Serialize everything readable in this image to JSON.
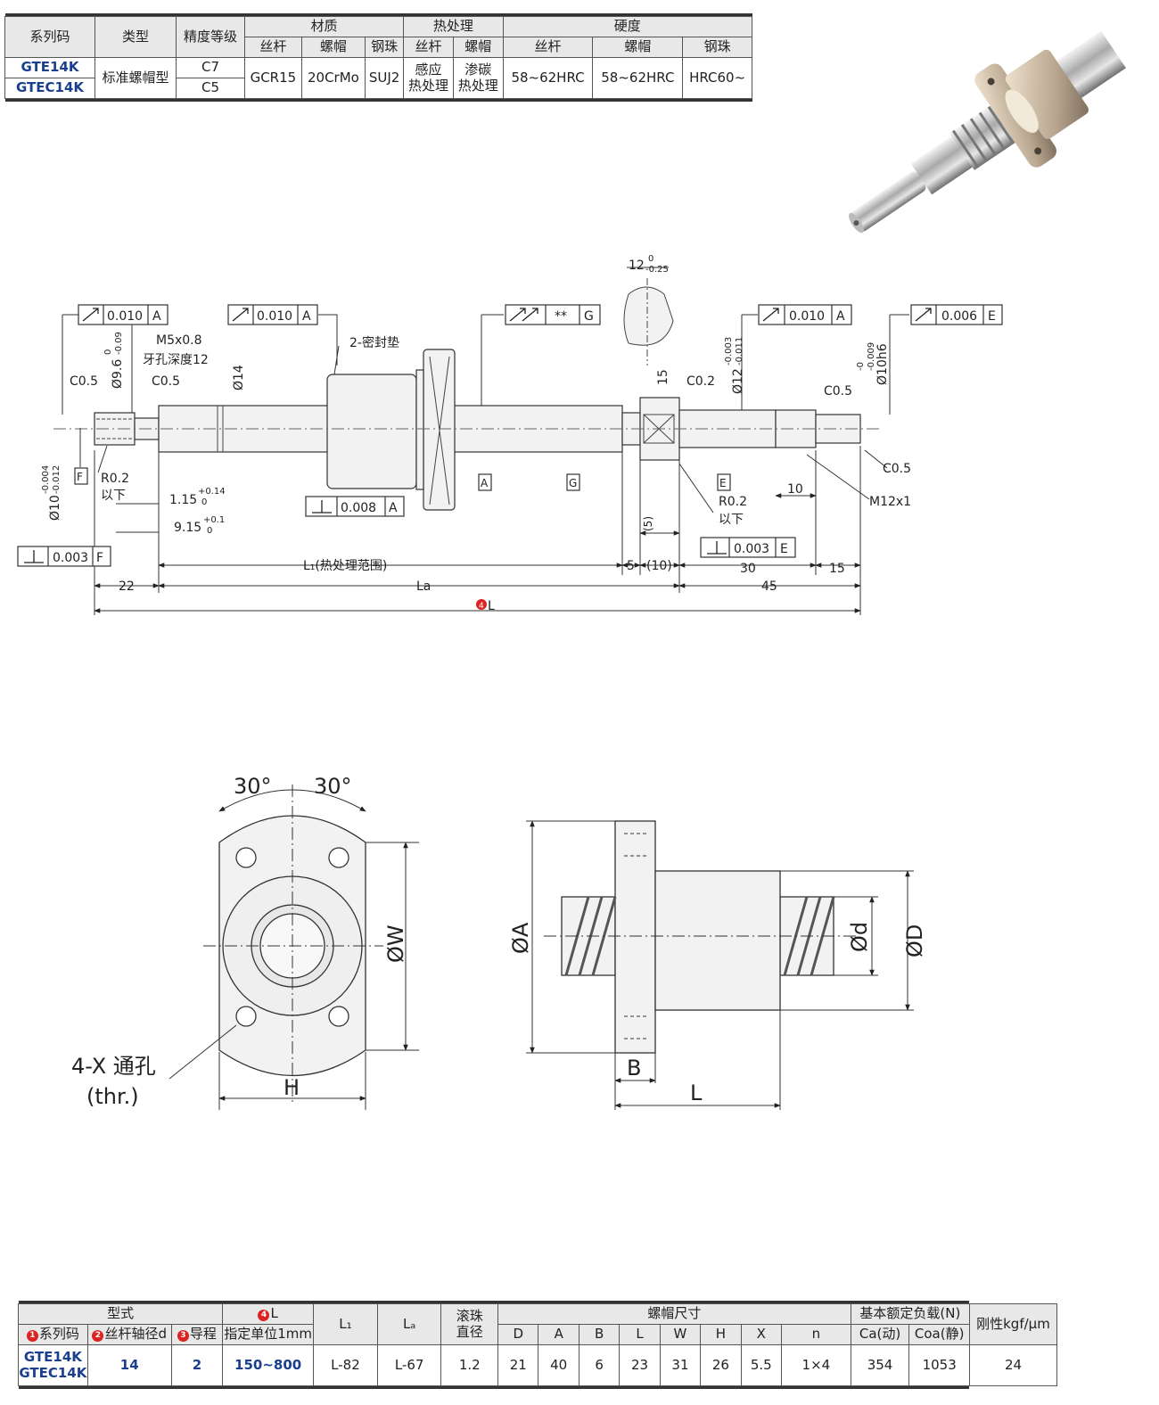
{
  "spec_table": {
    "headers": {
      "series": "系列码",
      "type": "类型",
      "grade": "精度等级",
      "material": "材质",
      "heat": "热处理",
      "hardness": "硬度",
      "shaft": "丝杆",
      "nut": "螺帽",
      "ball": "钢珠"
    },
    "row1": {
      "series": "GTE14K",
      "type": "标准螺帽型",
      "grade": "C7",
      "mat_shaft": "GCR15",
      "mat_nut": "20CrMo",
      "mat_ball": "SUJ2",
      "heat_shaft_1": "感应",
      "heat_shaft_2": "热处理",
      "heat_nut_1": "渗碳",
      "heat_nut_2": "热处理",
      "hard_shaft": "58~62HRC",
      "hard_nut": "58~62HRC",
      "hard_ball": "HRC60~"
    },
    "row2": {
      "series": "GTEC14K",
      "grade": "C5"
    }
  },
  "drawing": {
    "runout_010": "0.010",
    "datum_a": "A",
    "datum_g": "G",
    "datum_e": "E",
    "datum_f": "F",
    "stars": "**",
    "runout_006": "0.006",
    "perp_008": "0.008",
    "perp_003": "0.003",
    "m5": "M5x0.8",
    "tap_depth": "牙孔深度12",
    "dia96": "Ø9.6",
    "tol96": "0",
    "tol96b": "-0.09",
    "c05": "C0.5",
    "c02": "C0.2",
    "seal": "2-密封垫",
    "d14": "Ø14",
    "d15": "15",
    "d12": "Ø12",
    "tol12a": "-0.003",
    "tol12b": "-0.011",
    "d10h6": "Ø10h6",
    "tol10a": "-0",
    "tol10b": "-0.009",
    "d10": "Ø10",
    "tol10c": "-0.004",
    "tol10d": "-0.012",
    "r02": "R0.2",
    "below": "以下",
    "dim115": "1.15",
    "tol115": "+0.14",
    "dim915": "9.15",
    "tol915": "+0.1",
    "zero": "0",
    "twelve": "12",
    "tol12w": "-0.25",
    "l1": "L₁(热处理范围)",
    "la": "La",
    "l": "L",
    "d22": "22",
    "d5": "5",
    "d10p": "(10)",
    "d5p": "(5)",
    "d30": "30",
    "d45": "45",
    "d10s": "10",
    "m12": "M12x1",
    "ang": "30°",
    "holes": "4-X 通孔",
    "thr": "(thr.)",
    "h": "H",
    "w": "ØW",
    "a": "ØA",
    "b": "B",
    "lb": "L",
    "dd": "Ød",
    "dD": "ØD",
    "marker4": "4"
  },
  "dim_table": {
    "model": "型式",
    "L": "L",
    "Lsub": "指定单位1mm",
    "L1": "L₁",
    "La": "Lₐ",
    "ball1": "滚珠",
    "ball2": "直径",
    "nut": "螺帽尺寸",
    "load": "基本额定负载(N)",
    "rigid": "刚性kgf/μm",
    "series": "系列码",
    "shaft": "丝杆轴径d",
    "lead": "导程",
    "cols": [
      "D",
      "A",
      "B",
      "L",
      "W",
      "H",
      "X",
      "n"
    ],
    "ca": "Ca(动)",
    "coa": "Coa(静)",
    "n1": "1",
    "n2": "2",
    "n3": "3",
    "n4": "4",
    "row": {
      "series1": "GTE14K",
      "series2": "GTEC14K",
      "d": "14",
      "lead": "2",
      "L": "150~800",
      "L1": "L-82",
      "La": "L-67",
      "ball": "1.2",
      "vals": [
        "21",
        "40",
        "6",
        "23",
        "31",
        "26",
        "5.5",
        "1×4"
      ],
      "ca": "354",
      "coa": "1053",
      "rigid": "24"
    }
  }
}
